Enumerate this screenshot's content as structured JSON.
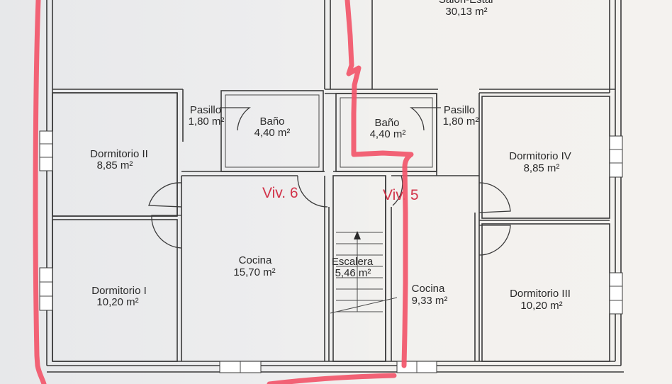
{
  "rooms": {
    "salon_estar": {
      "name": "Salón-Estar",
      "area": "30,13 m²"
    },
    "pasillo_left": {
      "name": "Pasillo",
      "area": "1,80 m²"
    },
    "bano_left": {
      "name": "Baño",
      "area": "4,40 m²"
    },
    "bano_right": {
      "name": "Baño",
      "area": "4,40 m²"
    },
    "pasillo_right": {
      "name": "Pasillo",
      "area": "1,80 m²"
    },
    "dormitorio_ii": {
      "name": "Dormitorio II",
      "area": "8,85 m²"
    },
    "dormitorio_iv": {
      "name": "Dormitorio IV",
      "area": "8,85 m²"
    },
    "cocina_left": {
      "name": "Cocina",
      "area": "15,70 m²"
    },
    "escalera": {
      "name": "Escalera",
      "area": "5,46 m²"
    },
    "cocina_right": {
      "name": "Cocina",
      "area": "9,33 m²"
    },
    "dormitorio_i": {
      "name": "Dormitorio I",
      "area": "10,20 m²"
    },
    "dormitorio_iii": {
      "name": "Dormitorio III",
      "area": "10,20 m²"
    }
  },
  "units": {
    "viv6": "Viv. 6",
    "viv5": "Viv. 5"
  },
  "colors": {
    "marker": "#f2566a",
    "unit_label": "#d2344a",
    "wall": "#3a3a3a"
  }
}
